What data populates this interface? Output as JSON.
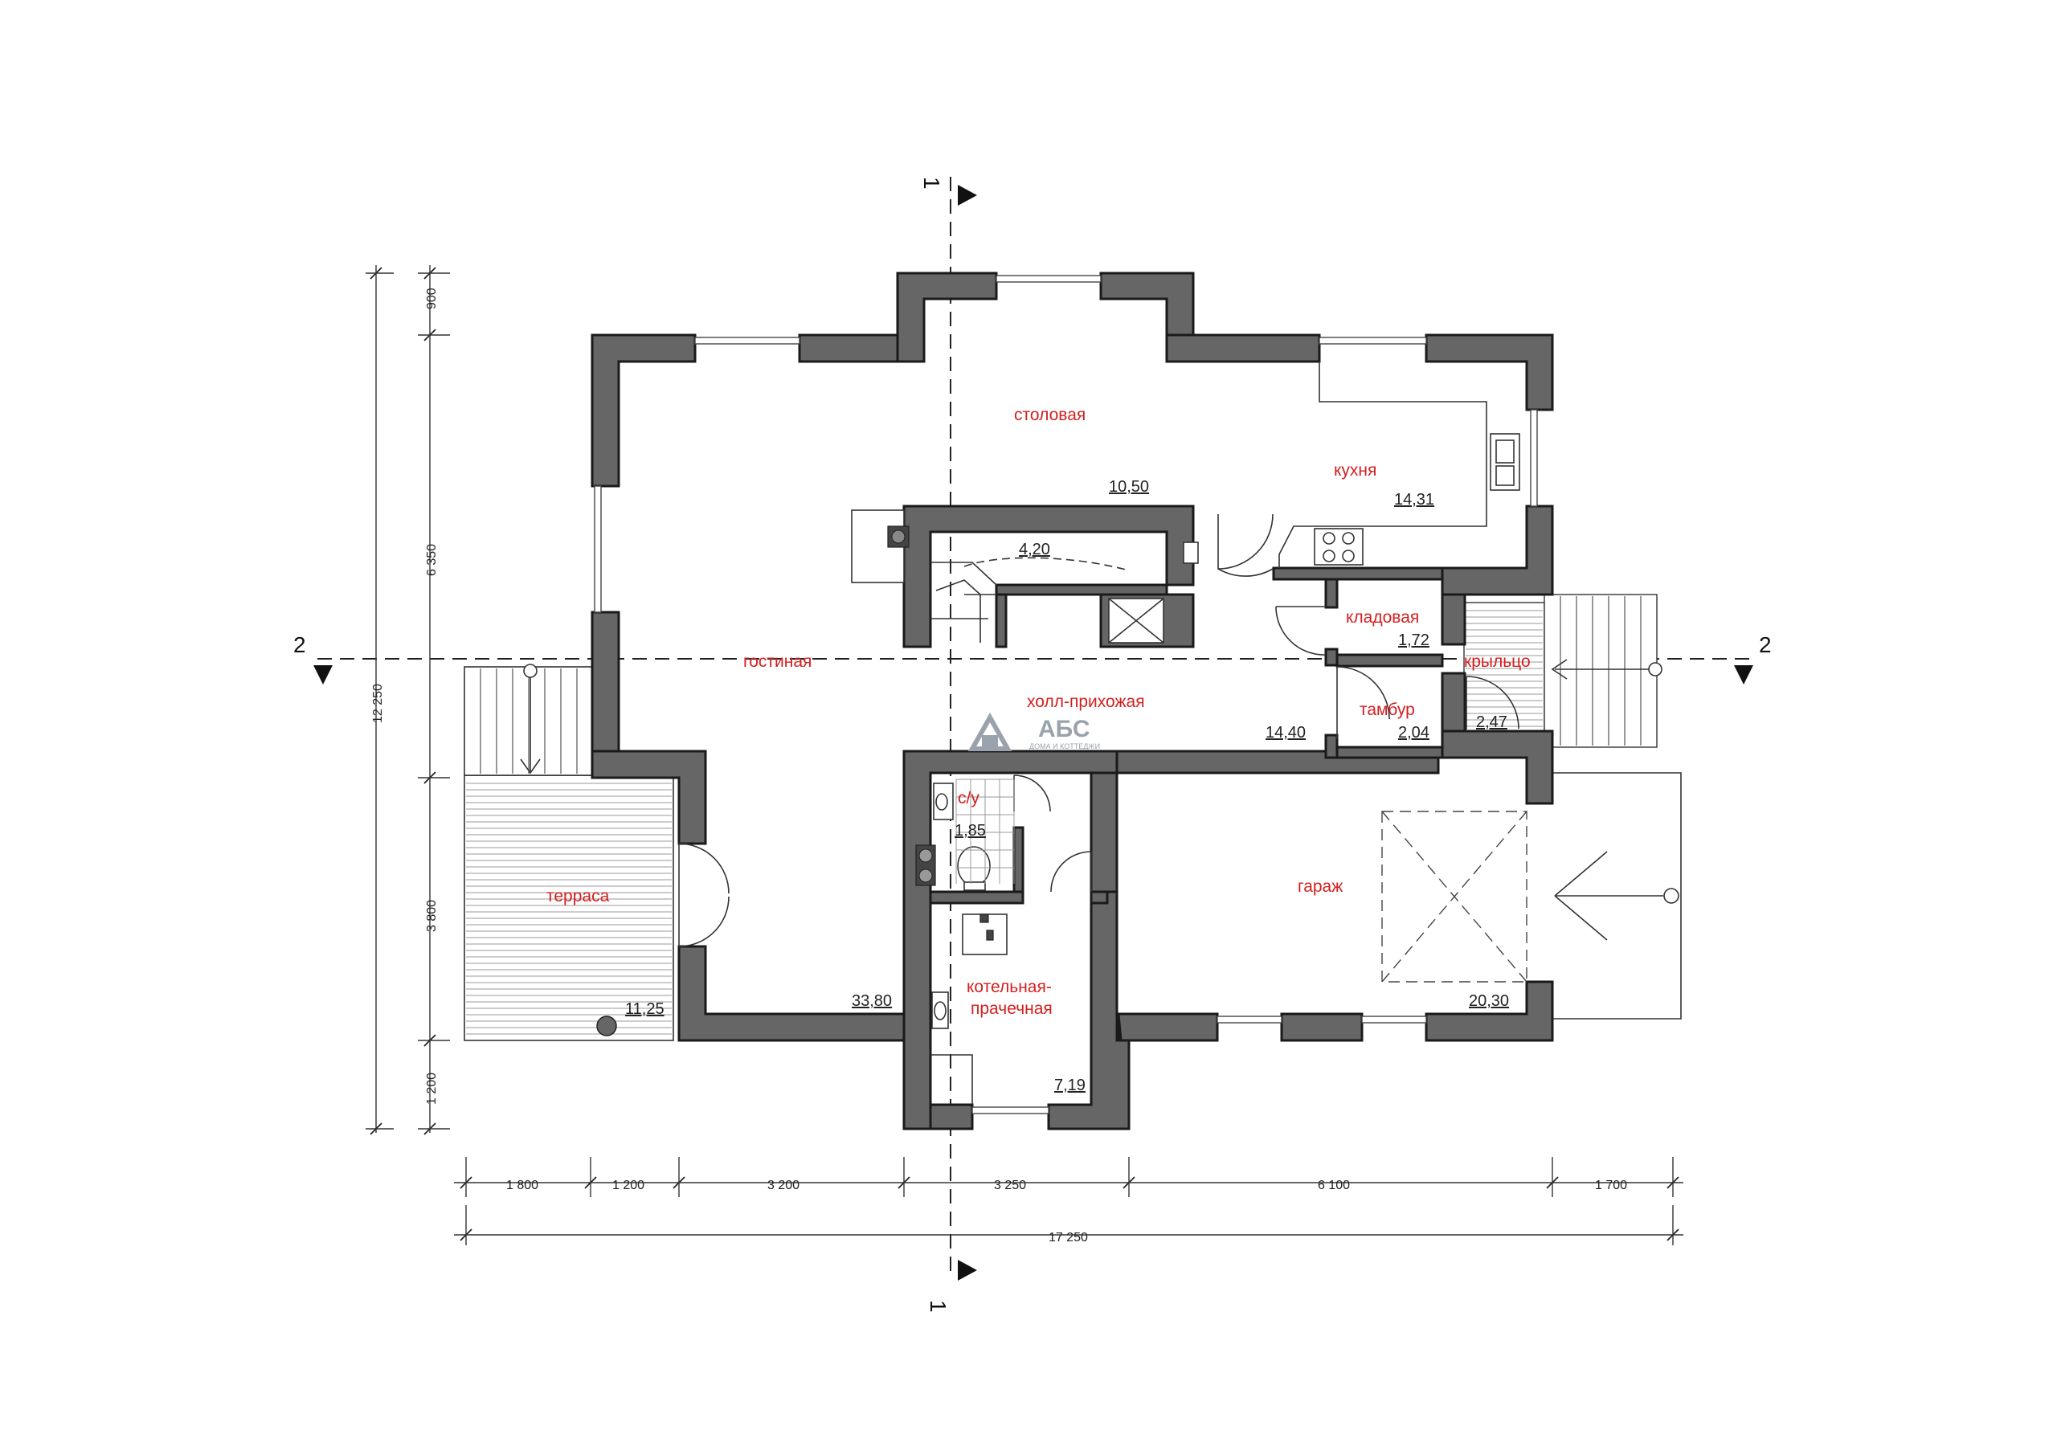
{
  "rooms": {
    "stolovaya": "столовая",
    "kuhnya": "кухня",
    "kladovaya": "кладовая",
    "kryltso": "крыльцо",
    "gostinaya": "гостиная",
    "holl": "холл-прихожая",
    "tambur": "тамбур",
    "su": "с/у",
    "terrasa": "терраса",
    "garazh": "гараж",
    "kotelnaya_1": "котельная-",
    "kotelnaya_2": "прачечная"
  },
  "areas": {
    "stolovaya": "10,50",
    "kuhnya": "14,31",
    "stair": "4,20",
    "kladovaya": "1,72",
    "holl": "14,40",
    "tambur": "2,04",
    "kryltso": "2,47",
    "su": "1,85",
    "gostinaya": "33,80",
    "terrasa": "11,25",
    "kotelnaya": "7,19",
    "garazh": "20,30"
  },
  "dimensions": {
    "bottom": [
      "1 800",
      "1 200",
      "3 200",
      "3 250",
      "6 100",
      "1 700"
    ],
    "bottom_total": "17 250",
    "left": [
      "900",
      "6 350",
      "3 800",
      "1 200"
    ],
    "left_total": "12 250"
  },
  "section_marks": {
    "vertical": "1",
    "horizontal": "2"
  },
  "logo": {
    "name": "АБС",
    "tagline": "ДОМА И КОТТЕДЖИ"
  },
  "colors": {
    "wall": "#666666",
    "room_label": "#d42020"
  }
}
